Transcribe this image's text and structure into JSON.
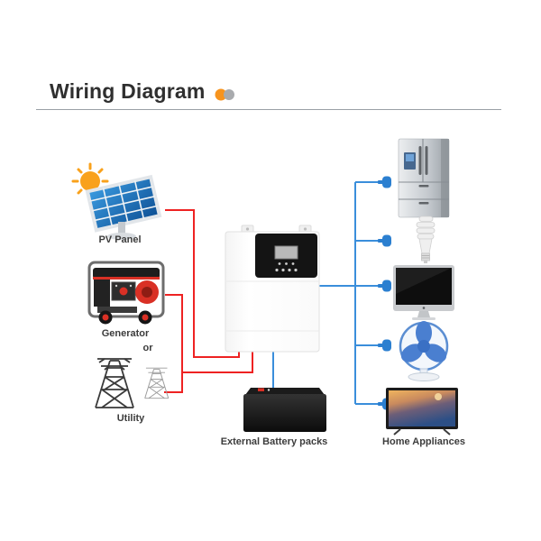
{
  "title": "Wiring Diagram",
  "labels": {
    "pv_panel": "PV Panel",
    "generator": "Generator",
    "or": "or",
    "utility": "Utility",
    "battery": "External Battery packs",
    "home_appliances": "Home Appliances"
  },
  "colors": {
    "dot_orange": "#F7941E",
    "dot_gray": "#A9ABAE",
    "dc_wire": "#EE2222",
    "ac_wire": "#3A8EDB",
    "plug": "#2B7FD0",
    "sun": "#F9A11B",
    "panel_blue": "#1B75BC",
    "fan_blue": "#4A7FD0",
    "generator_red": "#D93025"
  },
  "icons": [
    "sun-icon",
    "solar-panel-icon",
    "generator-icon",
    "utility-towers-icon",
    "inverter-icon",
    "battery-icon",
    "refrigerator-icon",
    "cfl-bulb-icon",
    "monitor-icon",
    "fan-icon",
    "tv-icon",
    "power-plug-icon"
  ],
  "connections": [
    {
      "from": "pv-panel",
      "to": "inverter",
      "wire": "dc-input"
    },
    {
      "from": "generator",
      "to": "inverter",
      "wire": "ac-input"
    },
    {
      "from": "utility",
      "to": "inverter",
      "wire": "ac-input"
    },
    {
      "from": "inverter",
      "to": "external-battery-packs",
      "wire": "battery"
    },
    {
      "from": "inverter",
      "to": "refrigerator",
      "wire": "ac-output"
    },
    {
      "from": "inverter",
      "to": "light-bulb",
      "wire": "ac-output"
    },
    {
      "from": "inverter",
      "to": "computer-monitor",
      "wire": "ac-output"
    },
    {
      "from": "inverter",
      "to": "fan",
      "wire": "ac-output"
    },
    {
      "from": "inverter",
      "to": "television",
      "wire": "ac-output"
    }
  ]
}
